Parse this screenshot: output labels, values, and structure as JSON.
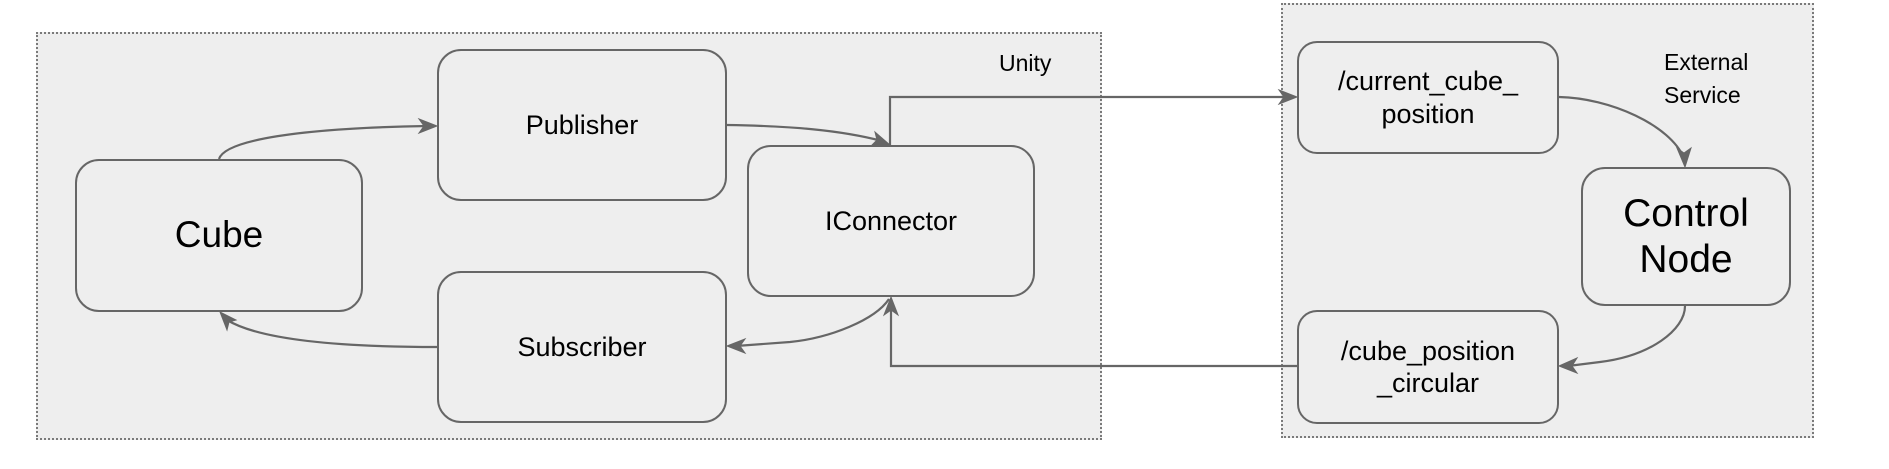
{
  "diagram": {
    "groups": {
      "unity": {
        "label": "Unity"
      },
      "external": {
        "label": "External\nService"
      }
    },
    "nodes": {
      "cube": {
        "label": "Cube"
      },
      "publisher": {
        "label": "Publisher"
      },
      "subscriber": {
        "label": "Subscriber"
      },
      "iconnector": {
        "label": "IConnector"
      },
      "current_cube_position": {
        "label": "/current_cube_\nposition"
      },
      "control_node": {
        "label": "Control\nNode"
      },
      "cube_position_circular": {
        "label": "/cube_position\n_circular"
      }
    },
    "edges": [
      {
        "from": "Cube",
        "to": "Publisher"
      },
      {
        "from": "Publisher",
        "to": "IConnector"
      },
      {
        "from": "IConnector",
        "to": "/current_cube_position"
      },
      {
        "from": "/current_cube_position",
        "to": "Control Node"
      },
      {
        "from": "Control Node",
        "to": "/cube_position_circular"
      },
      {
        "from": "/cube_position_circular",
        "to": "IConnector"
      },
      {
        "from": "IConnector",
        "to": "Subscriber"
      },
      {
        "from": "Subscriber",
        "to": "Cube"
      }
    ],
    "colors": {
      "fill": "#eeeeee",
      "stroke": "#666666",
      "text": "#000000"
    }
  }
}
